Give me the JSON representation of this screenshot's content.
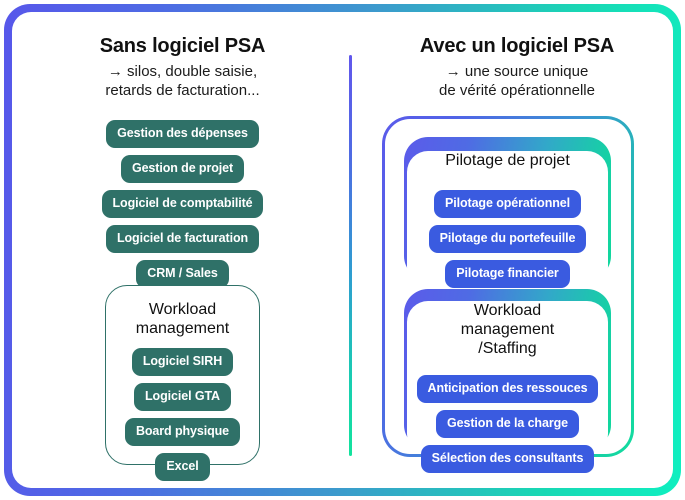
{
  "theme": {
    "outer_border_gradient_from": "#5757EA",
    "outer_border_gradient_to": "#0FEFC0",
    "divider_gradient_from": "#6157EC",
    "divider_gradient_to": "#13E39D",
    "pill_teal": "#2F7168",
    "pill_blue": "#3A5BE0",
    "text_color": "#111111",
    "background": "#FFFFFF"
  },
  "left": {
    "title": "Sans logiciel PSA",
    "subtitle": "→ silos, double saisie,\nretards de facturation...",
    "pills": [
      {
        "label": "Gestion des dépenses"
      },
      {
        "label": "Gestion de projet"
      },
      {
        "label": "Logiciel de comptabilité"
      },
      {
        "label": "Logiciel de facturation"
      },
      {
        "label": "CRM / Sales"
      }
    ],
    "card": {
      "title": "Workload\nmanagement",
      "pills": [
        {
          "label": "Logiciel SIRH"
        },
        {
          "label": "Logiciel GTA"
        },
        {
          "label": "Board physique"
        },
        {
          "label": "Excel"
        }
      ]
    }
  },
  "right": {
    "title": "Avec un logiciel PSA",
    "subtitle": "→ une source unique\nde vérité opérationnelle",
    "cards": [
      {
        "title": "Pilotage de projet",
        "pills": [
          {
            "label": "Pilotage opérationnel"
          },
          {
            "label": "Pilotage du portefeuille"
          },
          {
            "label": "Pilotage financier"
          }
        ]
      },
      {
        "title": "Workload\nmanagement\n/Staffing",
        "pills": [
          {
            "label": "Anticipation des ressouces"
          },
          {
            "label": "Gestion de la charge"
          },
          {
            "label": "Sélection des consultants"
          }
        ]
      }
    ]
  }
}
